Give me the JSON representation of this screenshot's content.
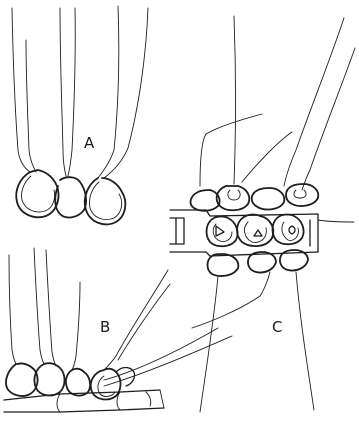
{
  "figure": {
    "panels": [
      {
        "id": "A",
        "label": "A"
      },
      {
        "id": "B",
        "label": "B"
      },
      {
        "id": "C",
        "label": "C"
      }
    ]
  },
  "colors": {
    "ink": "#1e1e1e",
    "background": "#ffffff"
  }
}
